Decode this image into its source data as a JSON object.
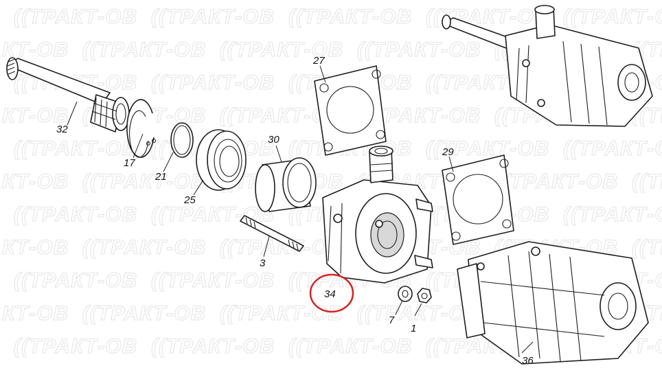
{
  "watermark": {
    "text": "ТРАКТ-ОВ"
  },
  "callouts": [
    {
      "id": "32",
      "label": "32"
    },
    {
      "id": "17",
      "label": "17"
    },
    {
      "id": "21",
      "label": "21"
    },
    {
      "id": "25",
      "label": "25"
    },
    {
      "id": "30",
      "label": "30"
    },
    {
      "id": "27",
      "label": "27"
    },
    {
      "id": "3",
      "label": "3"
    },
    {
      "id": "34",
      "label": "34"
    },
    {
      "id": "29",
      "label": "29"
    },
    {
      "id": "7",
      "label": "7"
    },
    {
      "id": "1",
      "label": "1"
    },
    {
      "id": "36",
      "label": "36"
    }
  ],
  "highlight": {
    "part": "34",
    "color": "#d42525"
  },
  "colors": {
    "line": "#1c1c1c",
    "watermark": "#e9e9e9",
    "highlight": "#d42525"
  }
}
